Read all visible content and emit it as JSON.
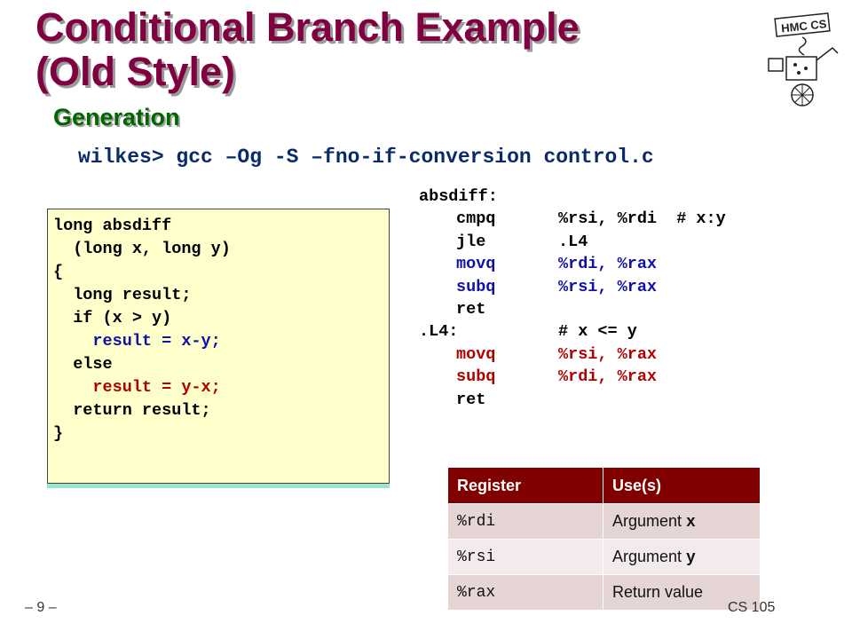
{
  "slide": {
    "title_line1": "Conditional Branch Example",
    "title_line2": "(Old Style)",
    "subtitle": "Generation",
    "command": "wilkes> gcc –Og -S –fno-if-conversion control.c",
    "logo_text": "HMC CS",
    "page_number": "– 9 –",
    "course": "CS 105"
  },
  "c_code": [
    {
      "text": "long absdiff",
      "color": "black"
    },
    {
      "text": "  (long x, long y)",
      "color": "black"
    },
    {
      "text": "{",
      "color": "black"
    },
    {
      "text": "  long result;",
      "color": "black"
    },
    {
      "text": "  if (x > y)",
      "color": "black"
    },
    {
      "text": "    result = x-y;",
      "color": "blue"
    },
    {
      "text": "  else",
      "color": "black"
    },
    {
      "text": "    result = y-x;",
      "color": "red"
    },
    {
      "text": "  return result;",
      "color": "black"
    },
    {
      "text": "}",
      "color": "black"
    }
  ],
  "asm_code": [
    {
      "label": "absdiff:",
      "instr": "",
      "args": "",
      "color": "black"
    },
    {
      "label": "",
      "instr": "cmpq",
      "args": "%rsi, %rdi  # x:y",
      "color": "black"
    },
    {
      "label": "",
      "instr": "jle",
      "args": ".L4",
      "color": "black"
    },
    {
      "label": "",
      "instr": "movq",
      "args": "%rdi, %rax",
      "color": "blue"
    },
    {
      "label": "",
      "instr": "subq",
      "args": "%rsi, %rax",
      "color": "blue"
    },
    {
      "label": "",
      "instr": "ret",
      "args": "",
      "color": "black"
    },
    {
      "label": ".L4:",
      "instr": "",
      "args": "# x <= y",
      "color": "black"
    },
    {
      "label": "",
      "instr": "movq",
      "args": "%rsi, %rax",
      "color": "red"
    },
    {
      "label": "",
      "instr": "subq",
      "args": "%rdi, %rax",
      "color": "red"
    },
    {
      "label": "",
      "instr": "ret",
      "args": "",
      "color": "black"
    }
  ],
  "register_table": {
    "headers": [
      "Register",
      "Use(s)"
    ],
    "rows": [
      {
        "register": "%rdi",
        "use_prefix": "Argument ",
        "use_mono": "x"
      },
      {
        "register": "%rsi",
        "use_prefix": "Argument ",
        "use_mono": "y"
      },
      {
        "register": "%rax",
        "use_prefix": "Return value",
        "use_mono": ""
      }
    ]
  },
  "colors": {
    "title": "#800040",
    "subtitle": "#006600",
    "blue_code": "#1010aa",
    "red_code": "#b00000",
    "table_header": "#800000"
  }
}
